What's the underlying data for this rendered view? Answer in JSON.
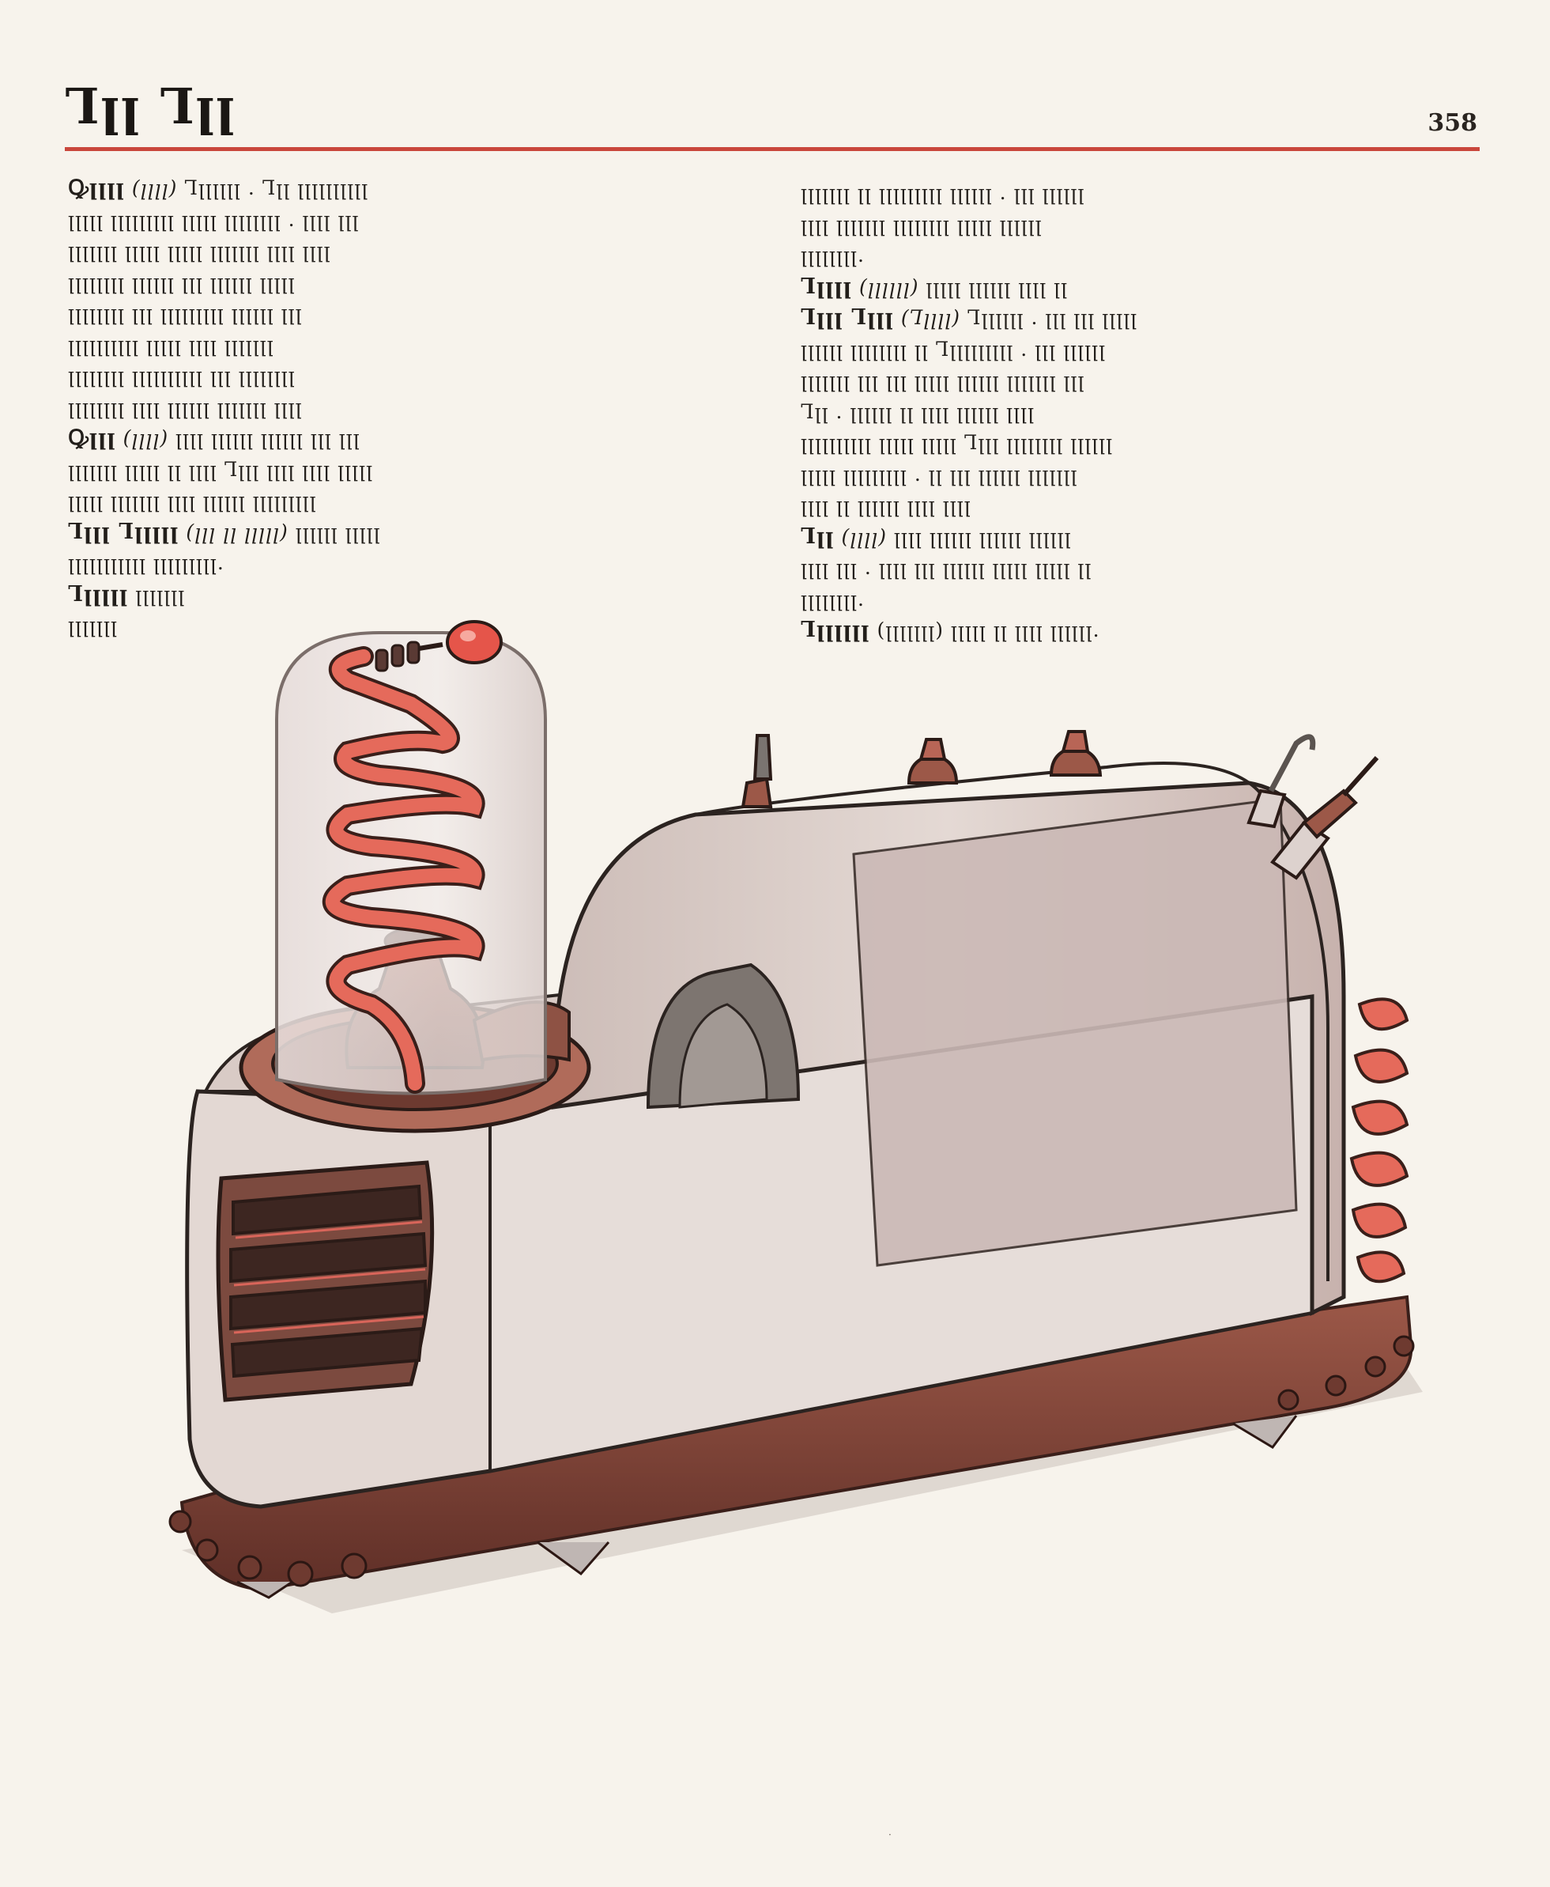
{
  "header": {
    "title": "Ꞁꞁꞁ Ꞁꞁꞁ",
    "page_number": "358"
  },
  "left_column": [
    {
      "bold": "Ꝙꞁꞁꞁꞁ",
      "italic": "(ꞁꞁꞁꞁ)",
      "text": "Ꞁꞁꞁꞁꞁꞁꞁ . Ꞁꞁꞁ ꞁꞁꞁꞁꞁꞁꞁꞁꞁꞁ"
    },
    {
      "bold": "",
      "italic": "",
      "text": "ꞁꞁꞁꞁꞁ ꞁꞁꞁꞁꞁꞁꞁꞁꞁ ꞁꞁꞁꞁꞁ ꞁꞁꞁꞁꞁꞁꞁꞁ . ꞁꞁꞁꞁ ꞁꞁꞁ"
    },
    {
      "bold": "",
      "italic": "",
      "text": "ꞁꞁꞁꞁꞁꞁꞁ ꞁꞁꞁꞁꞁ ꞁꞁꞁꞁꞁ ꞁꞁꞁꞁꞁꞁꞁ ꞁꞁꞁꞁ ꞁꞁꞁꞁ"
    },
    {
      "bold": "",
      "italic": "",
      "text": "ꞁꞁꞁꞁꞁꞁꞁꞁ ꞁꞁꞁꞁꞁꞁ ꞁꞁꞁ ꞁꞁꞁꞁꞁꞁ ꞁꞁꞁꞁꞁ"
    },
    {
      "bold": "",
      "italic": "",
      "text": "ꞁꞁꞁꞁꞁꞁꞁꞁ ꞁꞁꞁ ꞁꞁꞁꞁꞁꞁꞁꞁꞁ ꞁꞁꞁꞁꞁꞁ ꞁꞁꞁ"
    },
    {
      "bold": "",
      "italic": "",
      "text": "ꞁꞁꞁꞁꞁꞁꞁꞁꞁꞁ ꞁꞁꞁꞁꞁ ꞁꞁꞁꞁ ꞁꞁꞁꞁꞁꞁꞁ"
    },
    {
      "bold": "",
      "italic": "",
      "text": "ꞁꞁꞁꞁꞁꞁꞁꞁ ꞁꞁꞁꞁꞁꞁꞁꞁꞁꞁ ꞁꞁꞁ ꞁꞁꞁꞁꞁꞁꞁꞁ"
    },
    {
      "bold": "",
      "italic": "",
      "text": "ꞁꞁꞁꞁꞁꞁꞁꞁ ꞁꞁꞁꞁ ꞁꞁꞁꞁꞁꞁ ꞁꞁꞁꞁꞁꞁꞁ ꞁꞁꞁꞁ"
    },
    {
      "bold": "Ꝙꞁꞁꞁ",
      "italic": "(ꞁꞁꞁꞁ)",
      "text": "ꞁꞁꞁꞁ ꞁꞁꞁꞁꞁꞁ ꞁꞁꞁꞁꞁꞁ ꞁꞁꞁ ꞁꞁꞁ"
    },
    {
      "bold": "",
      "italic": "",
      "text": "ꞁꞁꞁꞁꞁꞁꞁ ꞁꞁꞁꞁꞁ ꞁꞁ ꞁꞁꞁꞁ Ꞁꞁꞁꞁ ꞁꞁꞁꞁ ꞁꞁꞁꞁ ꞁꞁꞁꞁꞁ"
    },
    {
      "bold": "",
      "italic": "",
      "text": "ꞁꞁꞁꞁꞁ ꞁꞁꞁꞁꞁꞁꞁ ꞁꞁꞁꞁ ꞁꞁꞁꞁꞁꞁ ꞁꞁꞁꞁꞁꞁꞁꞁꞁ"
    },
    {
      "bold": "Ꞁꞁꞁꞁ Ꞁꞁꞁꞁꞁꞁ",
      "italic": "(ꞁꞁꞁ ꞁꞁ ꞁꞁꞁꞁꞁ)",
      "text": "ꞁꞁꞁꞁꞁꞁ ꞁꞁꞁꞁꞁ"
    },
    {
      "bold": "",
      "italic": "",
      "text": "ꞁꞁꞁꞁꞁꞁꞁꞁꞁꞁꞁ ꞁꞁꞁꞁꞁꞁꞁꞁꞁ."
    },
    {
      "bold": "Ꞁꞁꞁꞁꞁꞁ",
      "italic": "",
      "text": "ꞁꞁꞁꞁꞁꞁꞁ"
    },
    {
      "bold": "",
      "italic": "",
      "text": "ꞁꞁꞁꞁꞁꞁꞁ"
    }
  ],
  "right_column": [
    {
      "bold": "",
      "italic": "",
      "text": "ꞁꞁꞁꞁꞁꞁꞁ ꞁꞁ ꞁꞁꞁꞁꞁꞁꞁꞁꞁ ꞁꞁꞁꞁꞁꞁ . ꞁꞁꞁ ꞁꞁꞁꞁꞁꞁ"
    },
    {
      "bold": "",
      "italic": "",
      "text": "ꞁꞁꞁꞁ ꞁꞁꞁꞁꞁꞁꞁ ꞁꞁꞁꞁꞁꞁꞁꞁ ꞁꞁꞁꞁꞁ ꞁꞁꞁꞁꞁꞁ"
    },
    {
      "bold": "",
      "italic": "",
      "text": "ꞁꞁꞁꞁꞁꞁꞁꞁ."
    },
    {
      "bold": "Ꞁꞁꞁꞁꞁ",
      "italic": "(ꞁꞁꞁꞁꞁꞁ)",
      "text": "ꞁꞁꞁꞁꞁ ꞁꞁꞁꞁꞁꞁ ꞁꞁꞁꞁ ꞁꞁ"
    },
    {
      "bold": "Ꞁꞁꞁꞁ Ꞁꞁꞁꞁ",
      "italic": "(Ꞁꞁꞁꞁꞁ)",
      "text": "Ꞁꞁꞁꞁꞁꞁꞁ . ꞁꞁꞁ ꞁꞁꞁ ꞁꞁꞁꞁꞁ"
    },
    {
      "bold": "",
      "italic": "",
      "text": "ꞁꞁꞁꞁꞁꞁ ꞁꞁꞁꞁꞁꞁꞁꞁ ꞁꞁ Ꞁꞁꞁꞁꞁꞁꞁꞁꞁꞁ . ꞁꞁꞁ ꞁꞁꞁꞁꞁꞁ"
    },
    {
      "bold": "",
      "italic": "",
      "text": "ꞁꞁꞁꞁꞁꞁꞁ ꞁꞁꞁ ꞁꞁꞁ ꞁꞁꞁꞁꞁ ꞁꞁꞁꞁꞁꞁ ꞁꞁꞁꞁꞁꞁꞁ ꞁꞁꞁ"
    },
    {
      "bold": "",
      "italic": "",
      "text": "Ꞁꞁꞁ . ꞁꞁꞁꞁꞁꞁ ꞁꞁ ꞁꞁꞁꞁ ꞁꞁꞁꞁꞁꞁ ꞁꞁꞁꞁ"
    },
    {
      "bold": "",
      "italic": "",
      "text": "ꞁꞁꞁꞁꞁꞁꞁꞁꞁꞁ ꞁꞁꞁꞁꞁ ꞁꞁꞁꞁꞁ Ꞁꞁꞁꞁ ꞁꞁꞁꞁꞁꞁꞁꞁ ꞁꞁꞁꞁꞁꞁ"
    },
    {
      "bold": "",
      "italic": "",
      "text": "ꞁꞁꞁꞁꞁ ꞁꞁꞁꞁꞁꞁꞁꞁꞁ . ꞁꞁ ꞁꞁꞁ ꞁꞁꞁꞁꞁꞁ ꞁꞁꞁꞁꞁꞁꞁ"
    },
    {
      "bold": "",
      "italic": "",
      "text": "ꞁꞁꞁꞁ ꞁꞁ ꞁꞁꞁꞁꞁꞁ ꞁꞁꞁꞁ ꞁꞁꞁꞁ"
    },
    {
      "bold": "Ꞁꞁꞁ",
      "italic": "(ꞁꞁꞁꞁ)",
      "text": "ꞁꞁꞁꞁ ꞁꞁꞁꞁꞁꞁ ꞁꞁꞁꞁꞁꞁ ꞁꞁꞁꞁꞁꞁ"
    },
    {
      "bold": "",
      "italic": "",
      "text": "ꞁꞁꞁꞁ ꞁꞁꞁ . ꞁꞁꞁꞁ ꞁꞁꞁ ꞁꞁꞁꞁꞁꞁ ꞁꞁꞁꞁꞁ ꞁꞁꞁꞁꞁ ꞁꞁ"
    },
    {
      "bold": "",
      "italic": "",
      "text": "ꞁꞁꞁꞁꞁꞁꞁꞁ."
    },
    {
      "bold": "Ꞁꞁꞁꞁꞁꞁꞁ",
      "italic": "",
      "text": "(ꞁꞁꞁꞁꞁꞁꞁ) ꞁꞁꞁꞁꞁ ꞁꞁ ꞁꞁꞁꞁ ꞁꞁꞁꞁꞁꞁ."
    }
  ],
  "colors": {
    "paper": "#f7f3ec",
    "rule": "#c9473c",
    "machine_body": "#dfd2cc",
    "machine_shadow": "#c9b6b2",
    "copper": "#8a4a3c",
    "coil": "#e2685a",
    "glass": "#ece4e2"
  }
}
